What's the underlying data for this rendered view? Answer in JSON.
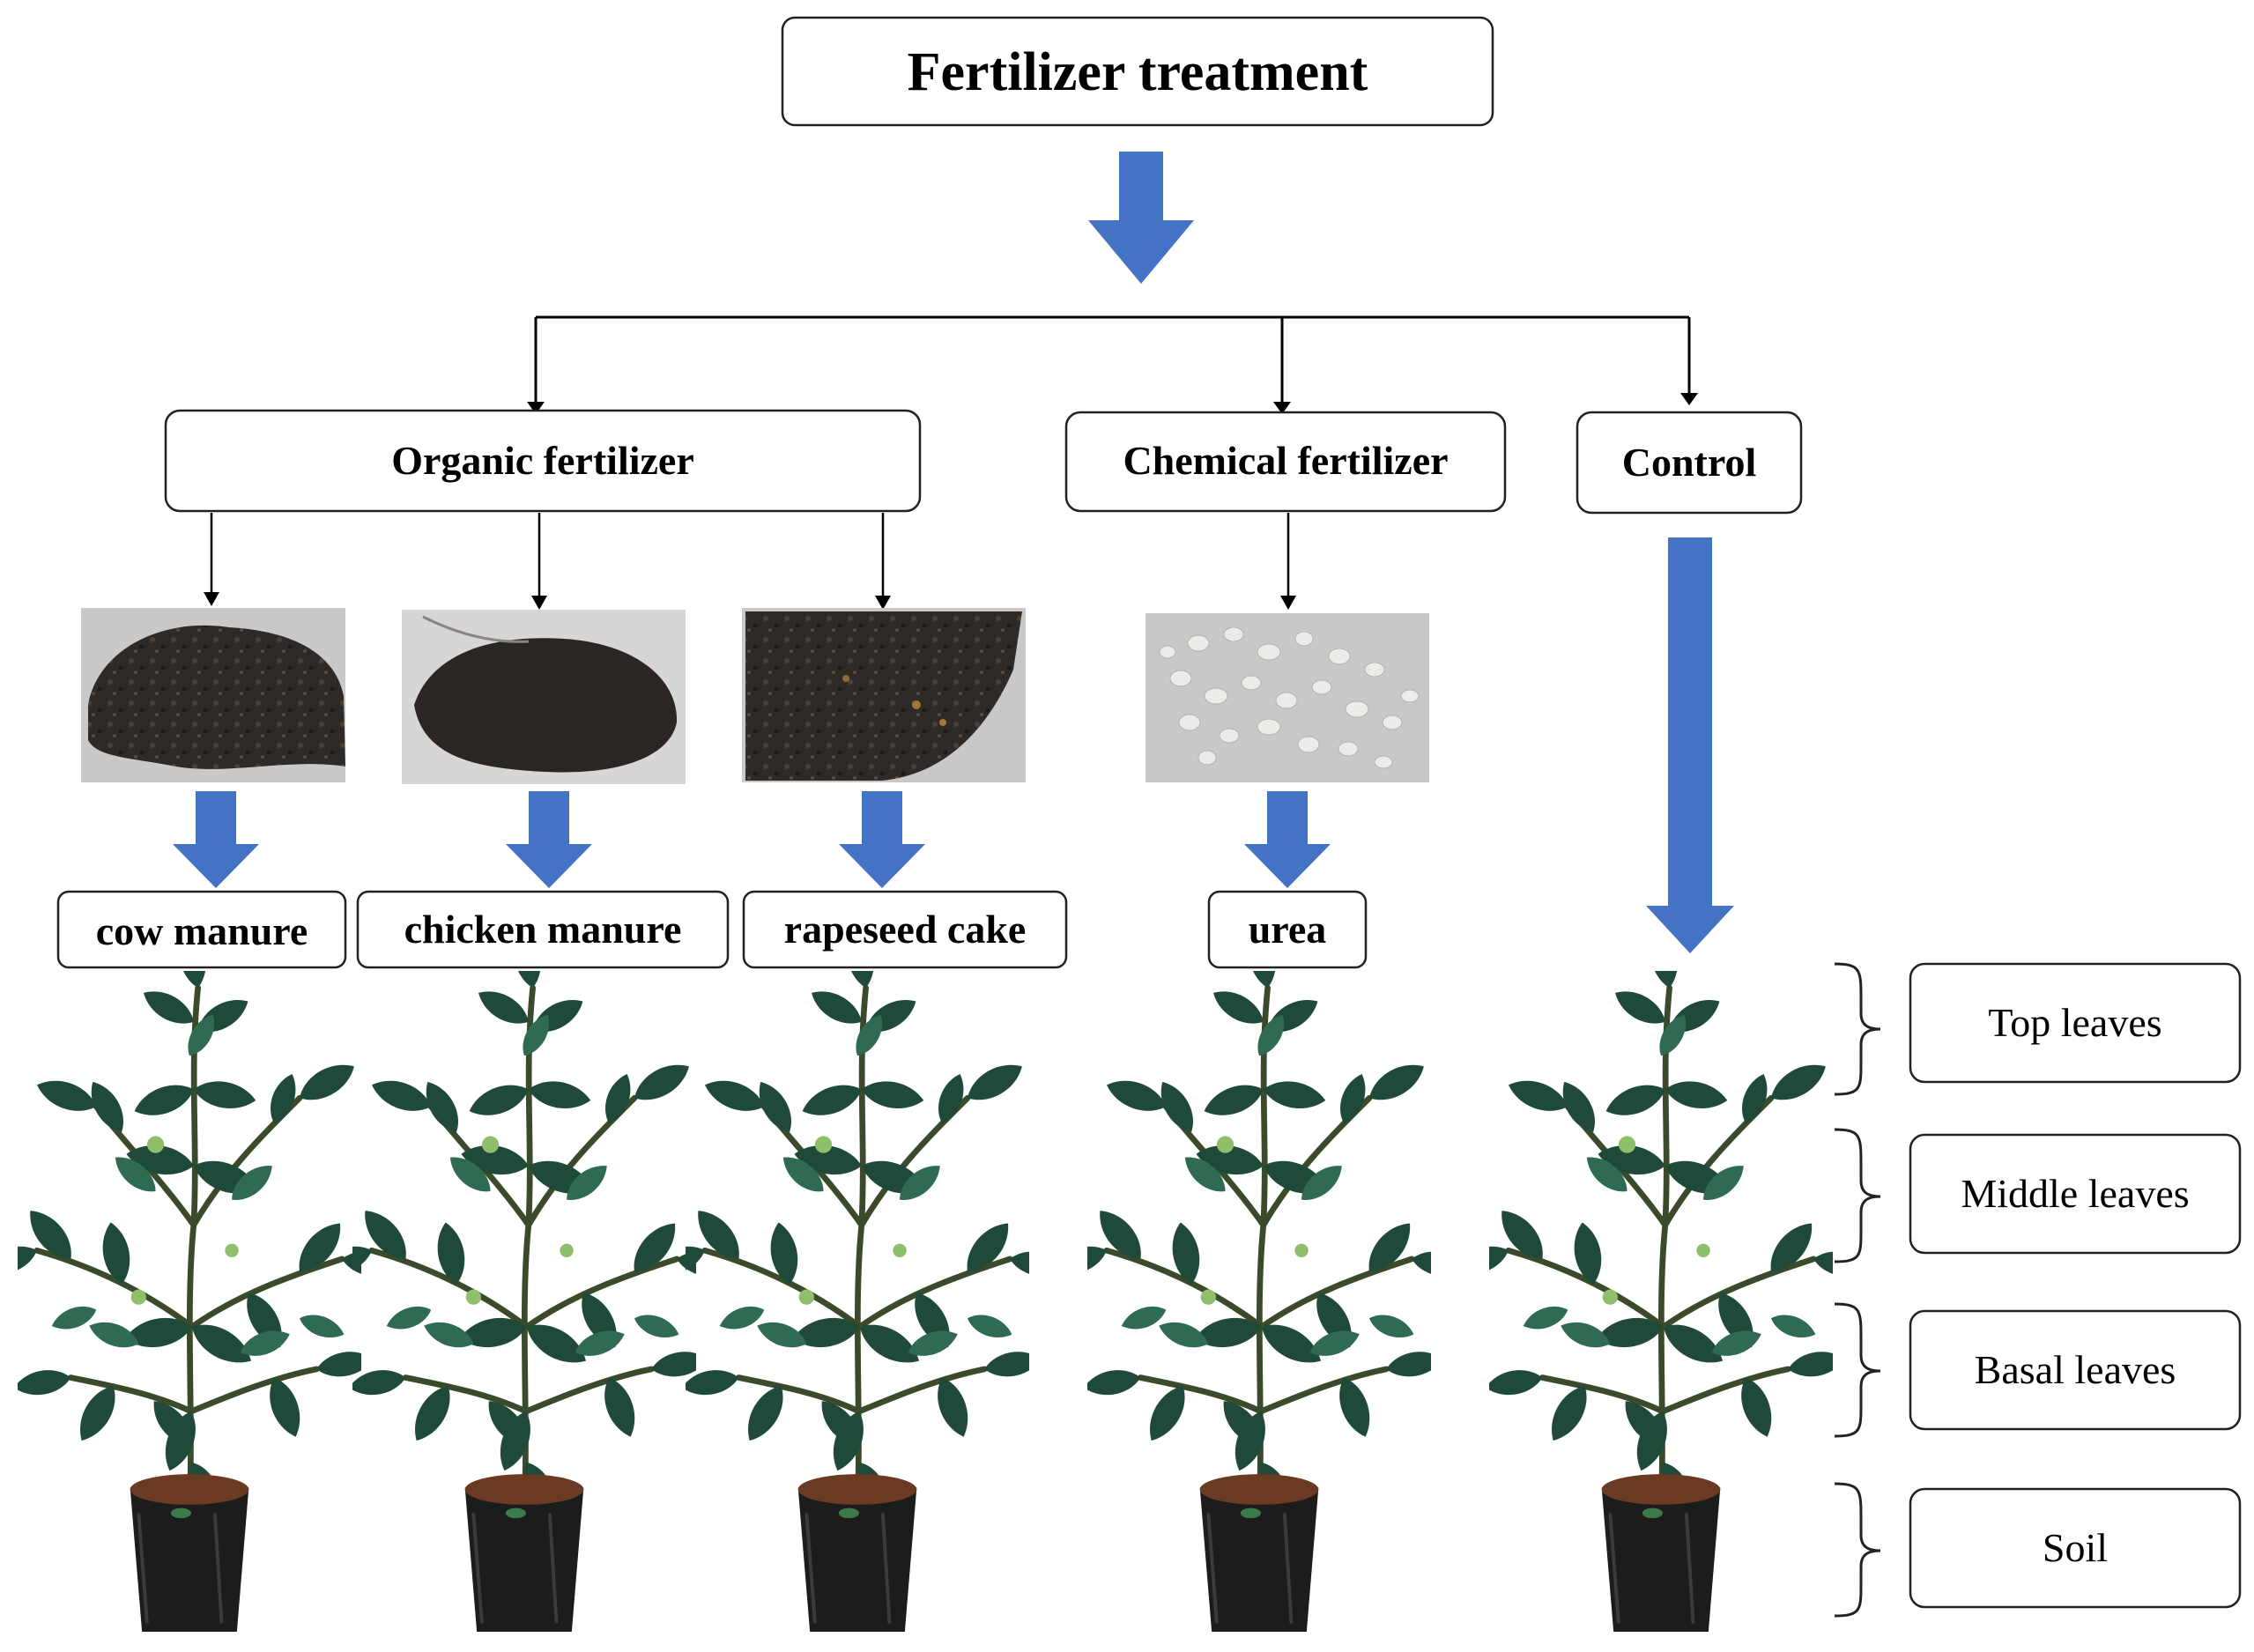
{
  "title": "Fertilizer treatment",
  "categories": {
    "organic": "Organic fertilizer",
    "chemical": "Chemical fertilizer",
    "control": "Control"
  },
  "treatments": {
    "cow_manure": "cow manure",
    "chicken_manure": "chicken manure",
    "rapeseed_cake": "rapeseed cake",
    "urea": "urea"
  },
  "plant_parts": {
    "top": "Top leaves",
    "middle": "Middle leaves",
    "basal": "Basal leaves",
    "soil": "Soil"
  },
  "colors": {
    "arrow": "#4472C4",
    "box_stroke": "#222222",
    "leaf_dark": "#1f4a3a",
    "leaf_mid": "#2f6b52",
    "pot": "#1c1c1c",
    "soil": "#6a3a22"
  }
}
